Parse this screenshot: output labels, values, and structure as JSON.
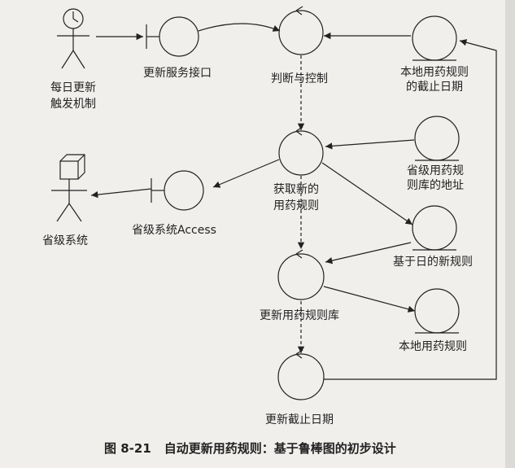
{
  "actors": [
    {
      "id": "timer_actor",
      "label_lines": [
        "每日更新",
        "触发机制"
      ],
      "icon": "clock-icon"
    },
    {
      "id": "province_actor",
      "label_lines": [
        "省级系统"
      ],
      "icon": "box-icon"
    }
  ],
  "boundaries": [
    {
      "id": "update_service",
      "label_lines": [
        "更新服务接口"
      ]
    },
    {
      "id": "access_if",
      "label_lines": [
        "省级系统Access"
      ]
    }
  ],
  "controls": [
    {
      "id": "judge",
      "label_lines": [
        "判断与控制"
      ]
    },
    {
      "id": "fetch",
      "label_lines": [
        "获取新的",
        "用药规则"
      ]
    },
    {
      "id": "update_lib",
      "label_lines": [
        "更新用药规则库"
      ]
    },
    {
      "id": "update_date",
      "label_lines": [
        "更新截止日期"
      ]
    }
  ],
  "entities": [
    {
      "id": "local_deadline",
      "label_lines": [
        "本地用药规则",
        "的截止日期"
      ]
    },
    {
      "id": "prov_address",
      "label_lines": [
        "省级用药规",
        "则库的地址"
      ]
    },
    {
      "id": "date_rules",
      "label_lines": [
        "基于日的新规则"
      ]
    },
    {
      "id": "local_rules",
      "label_lines": [
        "本地用药规则"
      ]
    }
  ],
  "caption": {
    "number": "图 8-21",
    "title": "自动更新用药规则：基于鲁棒图的初步设计"
  }
}
